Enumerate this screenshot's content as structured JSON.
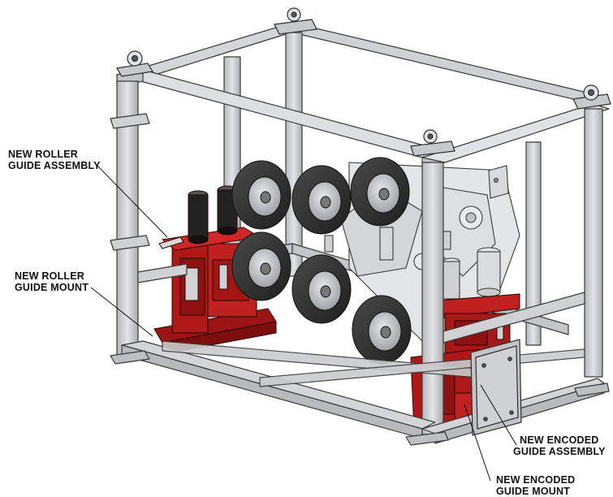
{
  "callouts": {
    "roller_guide_assembly": {
      "line1": "NEW ROLLER",
      "line2": "GUIDE ASSEMBLY"
    },
    "roller_guide_mount": {
      "line1": "NEW ROLLER",
      "line2": "GUIDE MOUNT"
    },
    "encoded_guide_assembly": {
      "line1": "NEW ENCODED",
      "line2": "GUIDE ASSEMBLY"
    },
    "encoded_guide_mount": {
      "line1": "NEW ENCODED",
      "line2": "GUIDE MOUNT"
    }
  },
  "colors": {
    "frame": "#c9cbcd",
    "frame_edge": "#3a3a3a",
    "guide_red": "#b01818",
    "tire": "#2a2a2a",
    "hub": "#bfc3c6"
  }
}
